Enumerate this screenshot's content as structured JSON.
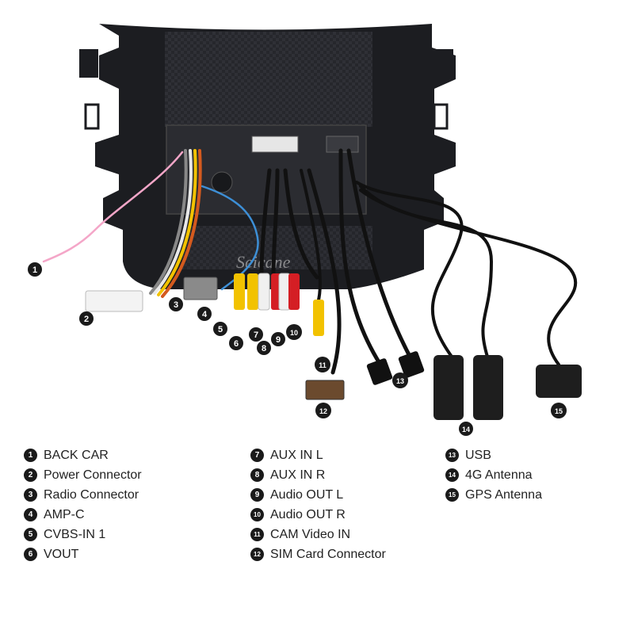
{
  "watermark": "Seicane",
  "legend": {
    "items": [
      {
        "num": "1",
        "label": "BACK CAR"
      },
      {
        "num": "2",
        "label": "Power Connector"
      },
      {
        "num": "3",
        "label": "Radio Connector"
      },
      {
        "num": "4",
        "label": "AMP-C"
      },
      {
        "num": "5",
        "label": "CVBS-IN 1"
      },
      {
        "num": "6",
        "label": "VOUT"
      },
      {
        "num": "7",
        "label": "AUX IN L"
      },
      {
        "num": "8",
        "label": "AUX IN R"
      },
      {
        "num": "9",
        "label": "Audio OUT L"
      },
      {
        "num": "10",
        "label": "Audio OUT R"
      },
      {
        "num": "11",
        "label": "CAM Video IN"
      },
      {
        "num": "12",
        "label": "SIM Card Connector"
      },
      {
        "num": "13",
        "label": "USB"
      },
      {
        "num": "14",
        "label": "4G Antenna"
      },
      {
        "num": "15",
        "label": "GPS Antenna"
      }
    ]
  },
  "colors": {
    "bezel": "#1c1d21",
    "panel": "#2b2c31",
    "rca_yellow": "#f2c200",
    "rca_white": "#f0f0f0",
    "rca_red": "#d41e24",
    "wire_pink": "#f4a6c8",
    "wire_blue": "#3d8fd6",
    "cable_black": "#111111",
    "badge": "#1a1a1a"
  }
}
